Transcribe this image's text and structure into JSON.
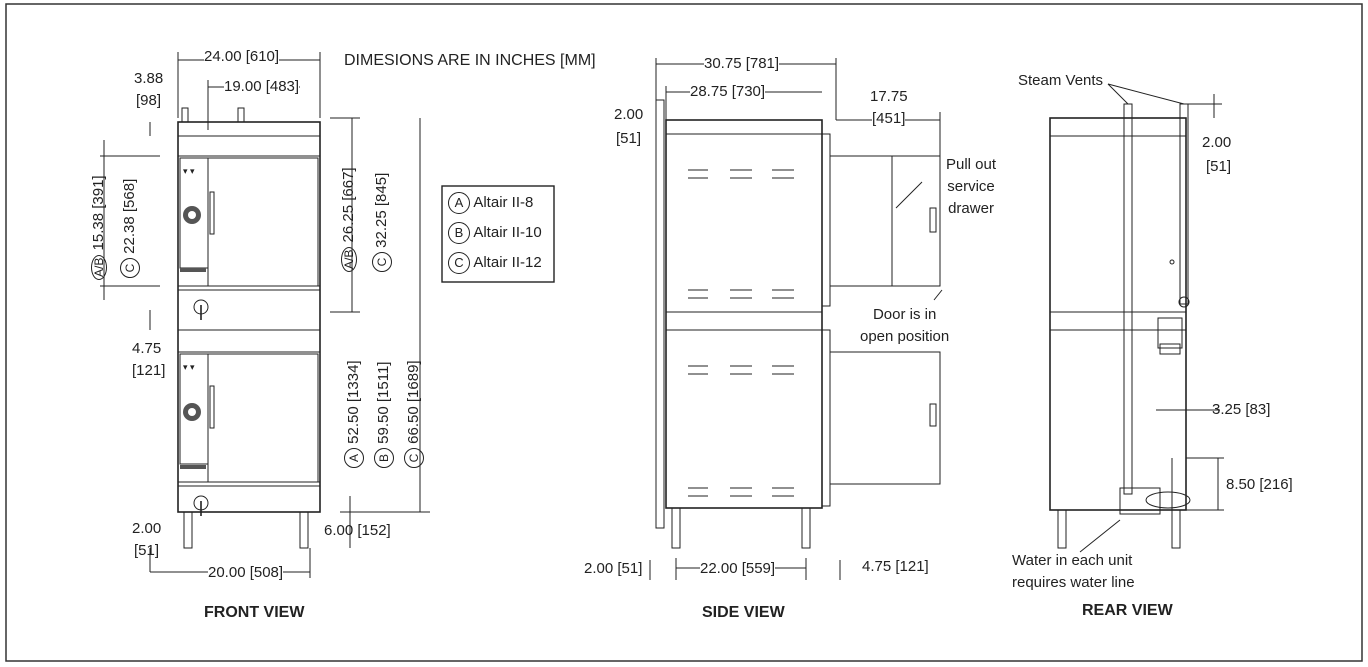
{
  "note": "DIMESIONS ARE IN INCHES [MM]",
  "legend": [
    {
      "letter": "A",
      "model": "Altair II-8"
    },
    {
      "letter": "B",
      "model": "Altair II-10"
    },
    {
      "letter": "C",
      "model": "Altair II-12"
    }
  ],
  "front": {
    "title": "FRONT VIEW",
    "w_total": "24.00 [610]",
    "w_inner": "19.00 [483]",
    "top_offset_a": "3.88",
    "top_offset_b": "[98]",
    "h_ab": "15.38 [391]",
    "h_c": "22.38 [568]",
    "gap_a": "4.75",
    "gap_b": "[121]",
    "h2_ab": "26.25 [667]",
    "h2_c": "32.25 [845]",
    "tot_a": "52.50 [1334]",
    "tot_b": "59.50 [1511]",
    "tot_c": "66.50 [1689]",
    "legh_a": "2.00",
    "legh_b": "[51]",
    "leg_span": "20.00 [508]",
    "leg_h": "6.00 [152]",
    "tag_ab": "A/B",
    "tag_c": "C",
    "tag_a": "A",
    "tag_b": "B"
  },
  "side": {
    "title": "SIDE VIEW",
    "w_total": "30.75 [781]",
    "w_inner": "28.75 [730]",
    "top_a": "2.00",
    "top_b": "[51]",
    "drawer_a": "17.75",
    "drawer_b": "[451]",
    "drawer_note": [
      "Pull out",
      "service",
      "drawer"
    ],
    "door_note": [
      "Door is in",
      "open position"
    ],
    "bot_left": "2.00 [51]",
    "leg_span": "22.00 [559]",
    "bot_right": "4.75 [121]"
  },
  "rear": {
    "title": "REAR VIEW",
    "vents": "Steam Vents",
    "top_a": "2.00",
    "top_b": "[51]",
    "side_off": "3.25 [83]",
    "water_h": "8.50 [216]",
    "water_note": [
      "Water in each unit",
      "requires water line"
    ]
  }
}
